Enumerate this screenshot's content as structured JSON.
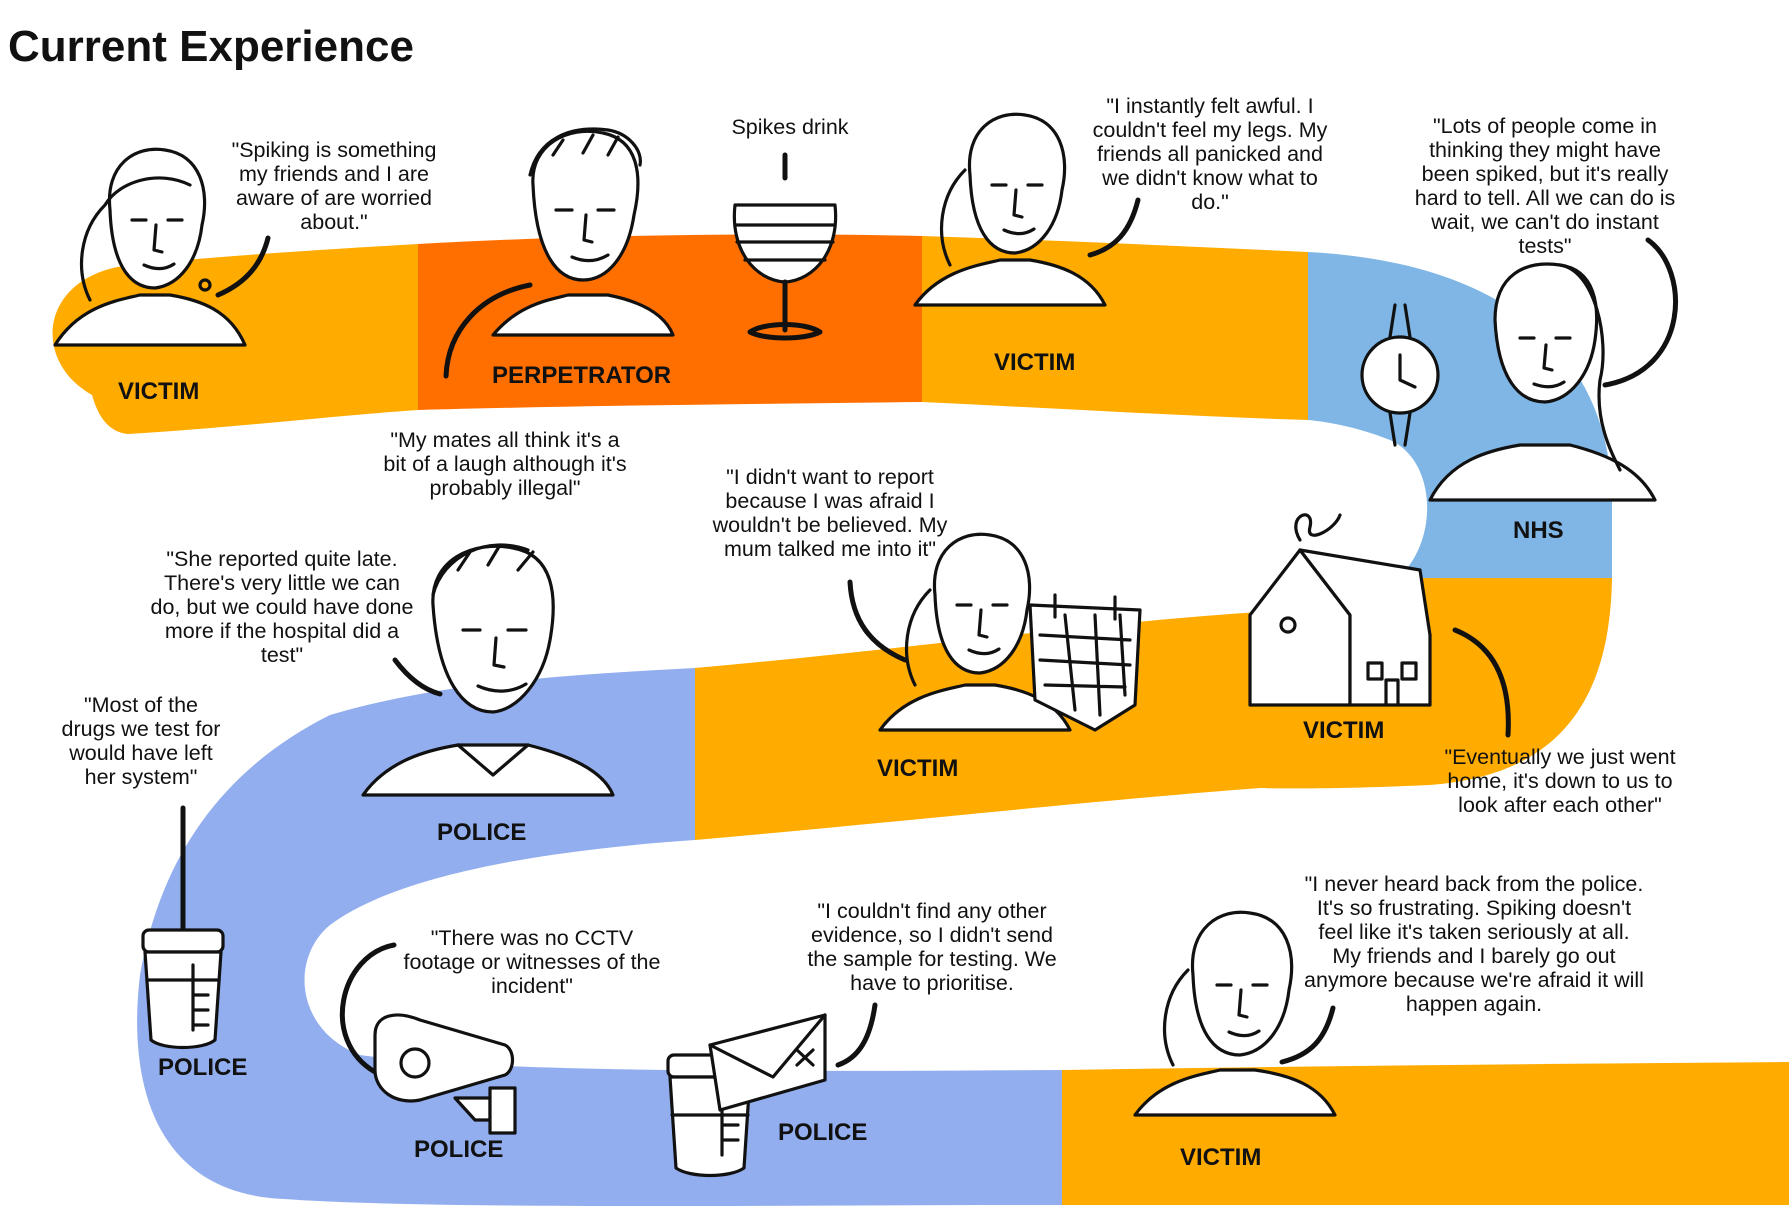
{
  "title": "Current Experience",
  "colors": {
    "victim": "#FFAB00",
    "perpetrator": "#FF6F00",
    "nhs": "#7FB6E6",
    "police": "#93AEEF",
    "ink": "#111111"
  },
  "labels": {
    "victim": "VICTIM",
    "perpetrator": "PERPETRATOR",
    "nhs": "NHS",
    "police": "POLICE"
  },
  "spikes_drink": "Spikes drink",
  "quotes": {
    "victim_1": [
      "\"Spiking is something",
      "my friends and I are",
      "aware of are worried",
      "about.\""
    ],
    "perpetrator": [
      "\"My mates all think it's a",
      "bit of a laugh although it's",
      "probably illegal\""
    ],
    "victim_2": [
      "\"I instantly felt awful. I",
      "couldn't feel my legs. My",
      "friends all panicked and",
      "we didn't know what to",
      "do.\""
    ],
    "nhs": [
      "\"Lots of people come in",
      "thinking they might have",
      "been spiked, but it's really",
      "hard to tell. All we can do is",
      "wait, we can't do instant",
      "tests\""
    ],
    "victim_home": [
      "\"Eventually we just went",
      "home, it's down to us to",
      "look after each other\""
    ],
    "victim_report": [
      "\"I didn't want to report",
      "because I was afraid I",
      "wouldn't be believed. My",
      "mum talked me into it\""
    ],
    "police_officer": [
      "\"She reported quite late.",
      "There's very little we can",
      "do, but we could have done",
      "more if the hospital did a",
      "test\""
    ],
    "police_drugs": [
      "\"Most of the",
      "drugs we test for",
      "would have left",
      "her system\""
    ],
    "police_cctv": [
      "\"There was no CCTV",
      "footage or witnesses of the",
      "incident\""
    ],
    "police_sample": [
      "\"I couldn't find any other",
      "evidence, so I didn't send",
      "the sample for testing. We",
      "have to prioritise."
    ],
    "victim_final": [
      "\"I never heard back from the police.",
      "It's so frustrating. Spiking doesn't",
      "feel like it's taken seriously at all.",
      "My friends and I barely go out",
      "anymore because we're afraid it will",
      "happen again."
    ]
  }
}
